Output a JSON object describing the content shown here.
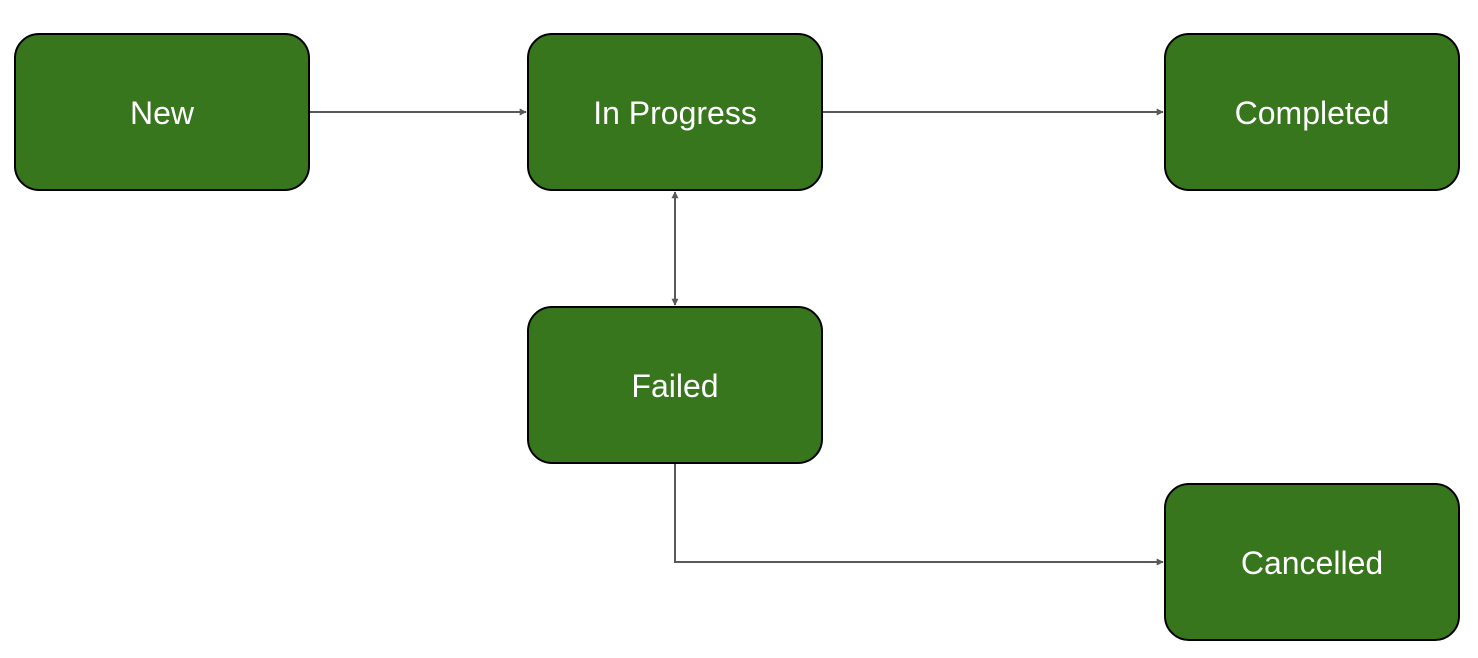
{
  "diagram": {
    "node_fill": "#38761d",
    "edge_color": "#595959",
    "nodes": [
      {
        "id": "new",
        "label": "New"
      },
      {
        "id": "in_progress",
        "label": "In Progress"
      },
      {
        "id": "completed",
        "label": "Completed"
      },
      {
        "id": "failed",
        "label": "Failed"
      },
      {
        "id": "cancelled",
        "label": "Cancelled"
      }
    ],
    "edges": [
      {
        "from": "new",
        "to": "in_progress",
        "direction": "forward"
      },
      {
        "from": "in_progress",
        "to": "completed",
        "direction": "forward"
      },
      {
        "from": "in_progress",
        "to": "failed",
        "direction": "both"
      },
      {
        "from": "failed",
        "to": "cancelled",
        "direction": "forward"
      }
    ]
  }
}
